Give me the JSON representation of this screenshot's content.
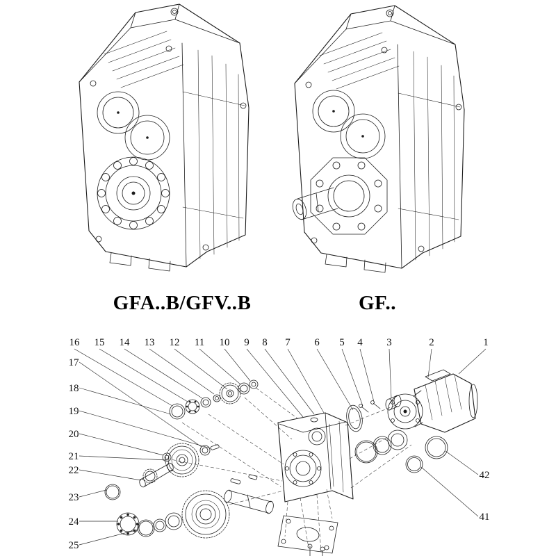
{
  "figures": {
    "left_label": "GFA..B/GFV..B",
    "right_label": "GF.."
  },
  "callouts": {
    "top": [
      "16",
      "15",
      "14",
      "13",
      "12",
      "11",
      "10",
      "9",
      "8",
      "7",
      "6",
      "5",
      "4",
      "3",
      "2",
      "1"
    ],
    "left": [
      "17",
      "18",
      "19",
      "20",
      "21",
      "22",
      "23",
      "24",
      "25"
    ],
    "right": [
      "42",
      "41"
    ]
  },
  "colors": {
    "line": "#1c1c1c",
    "text": "#101010",
    "background": "#ffffff"
  }
}
